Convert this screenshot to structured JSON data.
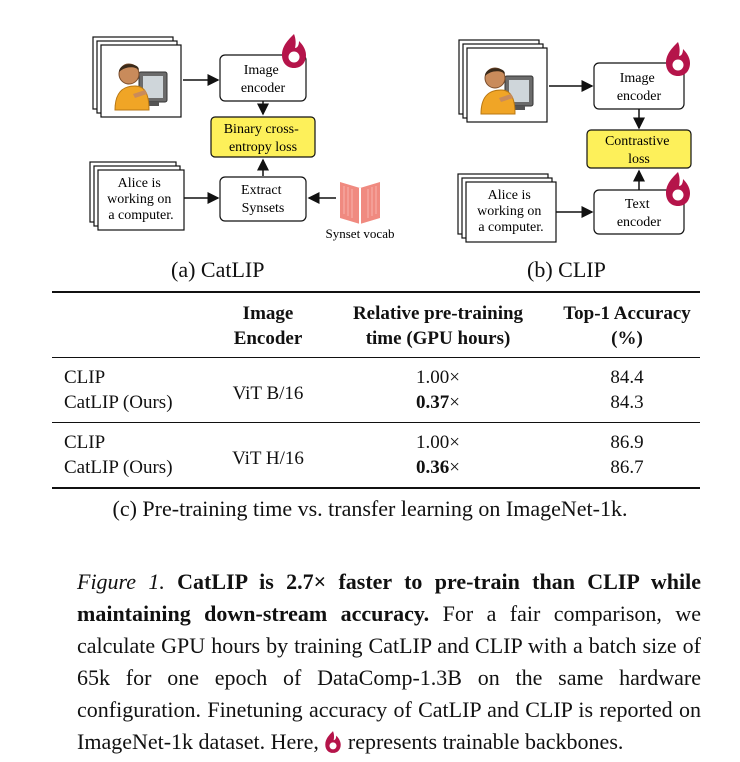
{
  "diagram_a": {
    "image_encoder": [
      "Image",
      "encoder"
    ],
    "loss": [
      "Binary cross-",
      "entropy loss"
    ],
    "text_input": [
      "Alice is",
      "working on",
      "a computer."
    ],
    "extract": [
      "Extract",
      "Synsets"
    ],
    "vocab_label": "Synset vocab",
    "caption": "(a) CatLIP"
  },
  "diagram_b": {
    "image_encoder": [
      "Image",
      "encoder"
    ],
    "loss": [
      "Contrastive",
      "loss"
    ],
    "text_input": [
      "Alice is",
      "working on",
      "a computer."
    ],
    "text_encoder": [
      "Text",
      "encoder"
    ],
    "caption": "(b) CLIP"
  },
  "table": {
    "headers": {
      "encoder": [
        "Image",
        "Encoder"
      ],
      "time": [
        "Relative pre-training",
        "time (GPU hours)"
      ],
      "acc": [
        "Top-1 Accuracy",
        "(%)"
      ]
    },
    "groups": [
      {
        "encoder": "ViT B/16",
        "rows": [
          {
            "model": "CLIP",
            "time_num": "1.00",
            "time_sym": "×",
            "bold": false,
            "acc": "84.4"
          },
          {
            "model": "CatLIP (Ours)",
            "time_num": "0.37",
            "time_sym": "×",
            "bold": true,
            "acc": "84.3"
          }
        ]
      },
      {
        "encoder": "ViT H/16",
        "rows": [
          {
            "model": "CLIP",
            "time_num": "1.00",
            "time_sym": "×",
            "bold": false,
            "acc": "86.9"
          },
          {
            "model": "CatLIP (Ours)",
            "time_num": "0.36",
            "time_sym": "×",
            "bold": true,
            "acc": "86.7"
          }
        ]
      }
    ],
    "caption": "(c) Pre-training time vs. transfer learning on ImageNet-1k."
  },
  "figure_caption": {
    "label": "Figure 1.",
    "bold": "CatLIP is 2.7× faster to pre-train than CLIP while maintaining down-stream accuracy.",
    "body": "For a fair comparison, we calculate GPU hours by training CatLIP and CLIP with a batch size of 65k for one epoch of DataComp-1.3B on the same hardware configuration. Finetuning accuracy of CatLIP and CLIP is reported on ImageNet-1k dataset. Here,",
    "tail": "represents trainable backbones."
  },
  "colors": {
    "loss_fill": "#fdf05a",
    "flame": "#b5144a",
    "book": "#f08a80"
  },
  "icons": [
    "user-at-computer-icon",
    "flame-icon",
    "book-icon"
  ]
}
